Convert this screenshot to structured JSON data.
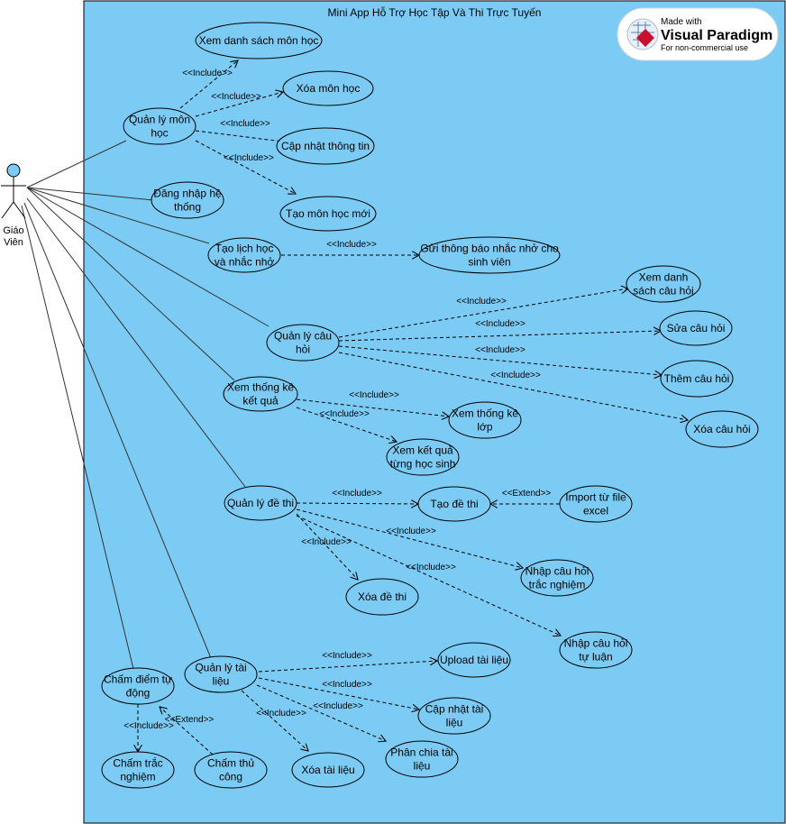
{
  "system": {
    "title": "Mini App Hỗ Trợ Học Tập Và Thi Trực Tuyến",
    "fill": "#7ccbf5"
  },
  "actor": {
    "name_line1": "Giáo",
    "name_line2": "Viên"
  },
  "watermark": {
    "made_with": "Made with",
    "brand": "Visual Paradigm",
    "note": "For non-commercial use",
    "brand_color": "#c8102e"
  },
  "use_cases": [
    {
      "id": "uc-xem-ds-mon",
      "lines": [
        "Xem danh sách môn học"
      ]
    },
    {
      "id": "uc-quan-ly-mon",
      "lines": [
        "Quản lý môn",
        "học"
      ]
    },
    {
      "id": "uc-xoa-mon",
      "lines": [
        "Xóa môn học"
      ]
    },
    {
      "id": "uc-cap-nhat-tt",
      "lines": [
        "Cập nhật thông tin"
      ]
    },
    {
      "id": "uc-dang-nhap",
      "lines": [
        "Đăng nhập hệ",
        "thống"
      ]
    },
    {
      "id": "uc-tao-mon",
      "lines": [
        "Tạo môn học mới"
      ]
    },
    {
      "id": "uc-tao-lich",
      "lines": [
        "Tạo lịch học",
        "và nhắc nhở"
      ]
    },
    {
      "id": "uc-gui-tb",
      "lines": [
        "Gửi thông báo nhắc nhở cho",
        "sinh viên"
      ]
    },
    {
      "id": "uc-xem-ds-cau",
      "lines": [
        "Xem danh",
        "sách câu hỏi"
      ]
    },
    {
      "id": "uc-quan-ly-cau",
      "lines": [
        "Quản lý câu",
        "hỏi"
      ]
    },
    {
      "id": "uc-sua-cau",
      "lines": [
        "Sửa câu hỏi"
      ]
    },
    {
      "id": "uc-them-cau",
      "lines": [
        "Thêm câu hỏi"
      ]
    },
    {
      "id": "uc-xem-tk-kq",
      "lines": [
        "Xem thống kê",
        "kết quả"
      ]
    },
    {
      "id": "uc-xoa-cau",
      "lines": [
        "Xóa câu hỏi"
      ]
    },
    {
      "id": "uc-xem-tk-lop",
      "lines": [
        "Xem thống kê",
        "lớp"
      ]
    },
    {
      "id": "uc-xem-kq-hs",
      "lines": [
        "Xem kết quả",
        "từng học sinh"
      ]
    },
    {
      "id": "uc-quan-ly-de",
      "lines": [
        "Quản lý đề thi"
      ]
    },
    {
      "id": "uc-tao-de",
      "lines": [
        "Tạo đề thi"
      ]
    },
    {
      "id": "uc-import",
      "lines": [
        "Import từ file",
        "excel"
      ]
    },
    {
      "id": "uc-nhap-tn",
      "lines": [
        "Nhập câu hỏi",
        "trắc nghiệm"
      ]
    },
    {
      "id": "uc-xoa-de",
      "lines": [
        "Xóa đề thi"
      ]
    },
    {
      "id": "uc-nhap-tl",
      "lines": [
        "Nhập câu hỏi",
        "tự luận"
      ]
    },
    {
      "id": "uc-quan-ly-tl",
      "lines": [
        "Quản lý tài",
        "liệu"
      ]
    },
    {
      "id": "uc-upload",
      "lines": [
        "Upload tài liệu"
      ]
    },
    {
      "id": "uc-cham-diem",
      "lines": [
        "Chấm điểm tự",
        "động"
      ]
    },
    {
      "id": "uc-cap-nhat-tl",
      "lines": [
        "Cập nhật tài",
        "liệu"
      ]
    },
    {
      "id": "uc-phan-chia",
      "lines": [
        "Phân chia tài",
        "liệu"
      ]
    },
    {
      "id": "uc-cham-tn",
      "lines": [
        "Chấm trắc",
        "nghiệm"
      ]
    },
    {
      "id": "uc-cham-thu-cong",
      "lines": [
        "Chấm thủ",
        "công"
      ]
    },
    {
      "id": "uc-xoa-tl",
      "lines": [
        "Xóa tài liệu"
      ]
    }
  ],
  "associations": [
    "uc-quan-ly-mon",
    "uc-dang-nhap",
    "uc-tao-lich",
    "uc-quan-ly-cau",
    "uc-xem-tk-kq",
    "uc-quan-ly-de",
    "uc-quan-ly-tl",
    "uc-cham-diem"
  ],
  "relations": [
    {
      "from": "uc-quan-ly-mon",
      "to": "uc-xem-ds-mon",
      "label": "<<Include>>"
    },
    {
      "from": "uc-quan-ly-mon",
      "to": "uc-xoa-mon",
      "label": "<<Include>>"
    },
    {
      "from": "uc-quan-ly-mon",
      "to": "uc-cap-nhat-tt",
      "label": "<<Include>>"
    },
    {
      "from": "uc-quan-ly-mon",
      "to": "uc-tao-mon",
      "label": "<<Include>>"
    },
    {
      "from": "uc-tao-lich",
      "to": "uc-gui-tb",
      "label": "<<Include>>"
    },
    {
      "from": "uc-quan-ly-cau",
      "to": "uc-xem-ds-cau",
      "label": "<<Include>>"
    },
    {
      "from": "uc-quan-ly-cau",
      "to": "uc-sua-cau",
      "label": "<<Include>>"
    },
    {
      "from": "uc-quan-ly-cau",
      "to": "uc-them-cau",
      "label": "<<Include>>"
    },
    {
      "from": "uc-quan-ly-cau",
      "to": "uc-xoa-cau",
      "label": "<<Include>>"
    },
    {
      "from": "uc-xem-tk-kq",
      "to": "uc-xem-tk-lop",
      "label": "<<Include>>"
    },
    {
      "from": "uc-xem-tk-kq",
      "to": "uc-xem-kq-hs",
      "label": "<<Include>>"
    },
    {
      "from": "uc-quan-ly-de",
      "to": "uc-tao-de",
      "label": "<<Include>>"
    },
    {
      "from": "uc-import",
      "to": "uc-tao-de",
      "label": "<<Extend>>"
    },
    {
      "from": "uc-quan-ly-de",
      "to": "uc-nhap-tn",
      "label": "<<Include>>"
    },
    {
      "from": "uc-quan-ly-de",
      "to": "uc-xoa-de",
      "label": "<<Include>>"
    },
    {
      "from": "uc-quan-ly-de",
      "to": "uc-nhap-tl",
      "label": "<<Include>>"
    },
    {
      "from": "uc-quan-ly-tl",
      "to": "uc-upload",
      "label": "<<Include>>"
    },
    {
      "from": "uc-quan-ly-tl",
      "to": "uc-cap-nhat-tl",
      "label": "<<Include>>"
    },
    {
      "from": "uc-quan-ly-tl",
      "to": "uc-phan-chia",
      "label": "<<Include>>"
    },
    {
      "from": "uc-quan-ly-tl",
      "to": "uc-xoa-tl",
      "label": "<<Include>>"
    },
    {
      "from": "uc-cham-diem",
      "to": "uc-cham-tn",
      "label": "<<Include>>"
    },
    {
      "from": "uc-cham-thu-cong",
      "to": "uc-cham-diem",
      "label": "<<Extend>>"
    }
  ]
}
